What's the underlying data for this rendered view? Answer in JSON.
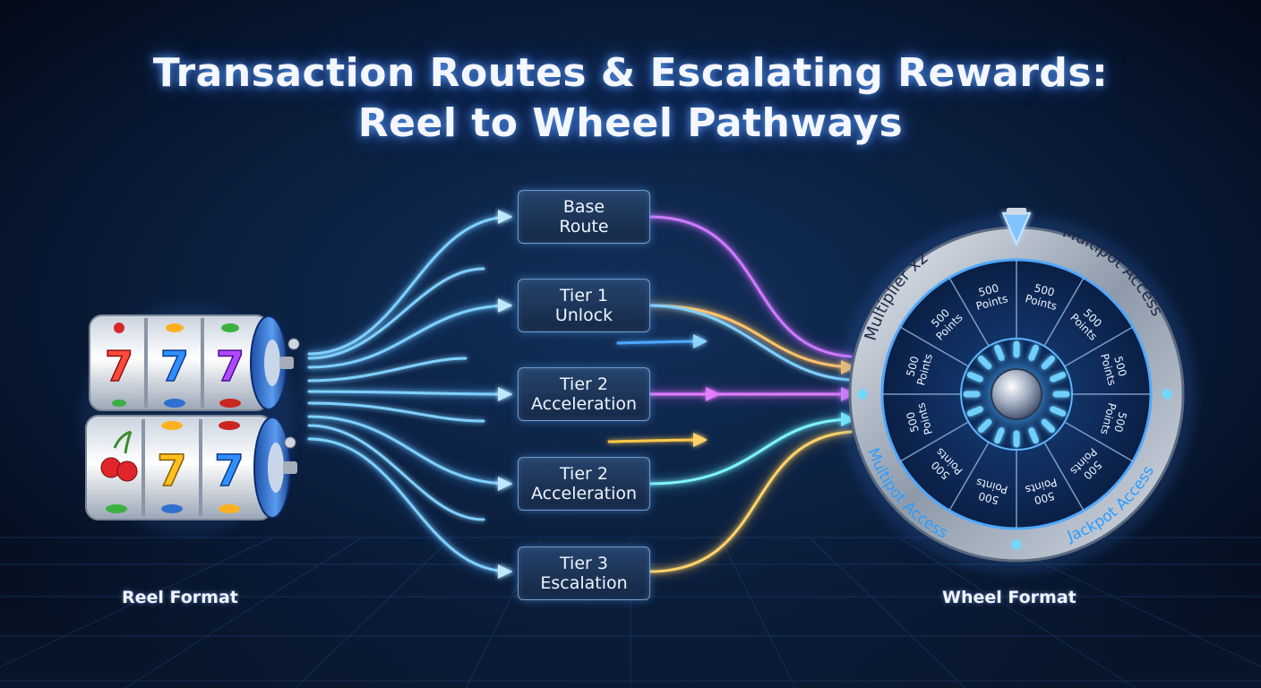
{
  "title": {
    "line1": "Transaction Routes & Escalating Rewards:",
    "line2": "Reel to Wheel Pathways"
  },
  "routes": [
    {
      "line1": "Base",
      "line2": "Route",
      "color": "#b05cff"
    },
    {
      "line1": "Tier 1",
      "line2": "Unlock",
      "color": "#4fc3ff"
    },
    {
      "line1": "Tier 2",
      "line2": "Acceleration",
      "color": "#d85cff"
    },
    {
      "line1": "Tier 2",
      "line2": "Acceleration",
      "color": "#4ff0ff"
    },
    {
      "line1": "Tier 3",
      "line2": "Escalation",
      "color": "#ffc94a"
    }
  ],
  "reel": {
    "label": "Reel Format",
    "symbols_top": [
      "7",
      "7",
      "7"
    ],
    "symbols_bottom": [
      "cherry-icon",
      "7",
      "7"
    ],
    "seven_colors": [
      "#ff4a3a",
      "#2f8fff",
      "#b04aff",
      "#ffc020",
      "#2f8fff"
    ]
  },
  "wheel": {
    "label": "Wheel Format",
    "rim_labels": [
      "Multiplier x2",
      "Multipot Access",
      "Multipot Access",
      "Jackpot Access"
    ],
    "segments": [
      "500 Points",
      "500 Points",
      "500 Points",
      "500 Points",
      "500 Points",
      "500 Points",
      "500 Points",
      "500 Points",
      "500 Points",
      "500 Points",
      "500 Points",
      "500 Points"
    ]
  },
  "colors": {
    "background": "#06142b",
    "accent_blue": "#4fa8ff",
    "accent_purple": "#c05cff",
    "accent_gold": "#ffc94a"
  }
}
